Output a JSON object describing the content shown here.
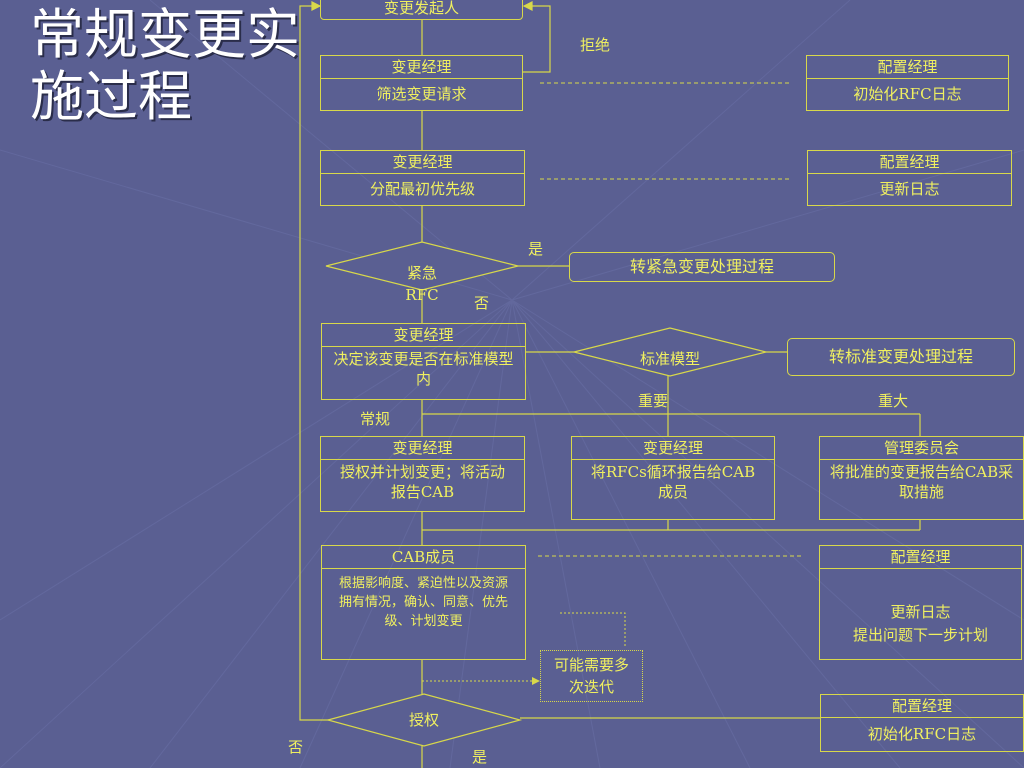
{
  "title": "常规变更实施过程",
  "nodes": {
    "initiator": "变更发起人",
    "screen": {
      "role": "变更经理",
      "task": "筛选变更请求"
    },
    "cfg_init": {
      "role": "配置经理",
      "task": "初始化RFC日志"
    },
    "priority": {
      "role": "变更经理",
      "task": "分配最初优先级"
    },
    "cfg_update": {
      "role": "配置经理",
      "task": "更新日志"
    },
    "urgent": "紧急RFC",
    "to_urgent": "转紧急变更处理过程",
    "std_check": {
      "role": "变更经理",
      "task": "决定该变更是否在标准模型内"
    },
    "std_model": "标准模型",
    "to_std": "转标准变更处理过程",
    "authorize_plan": {
      "role": "变更经理",
      "task": "授权并计划变更；将活动报告CAB"
    },
    "report_cab": {
      "role": "变更经理",
      "task": "将RFCs循环报告给CAB成员"
    },
    "board": {
      "role": "管理委员会",
      "task": "将批准的变更报告给CAB采取措施"
    },
    "cab": {
      "role": "CAB成员",
      "task": "根据影响度、紧迫性以及资源拥有情况，确认、同意、优先级、计划变更"
    },
    "cfg_plan": {
      "role": "配置经理",
      "task1": "更新日志",
      "task2": "提出问题下一步计划"
    },
    "iterate": "可能需要多次迭代",
    "authorize": "授权",
    "cfg_final": {
      "role": "配置经理",
      "task": "初始化RFC日志"
    }
  },
  "labels": {
    "reject": "拒绝",
    "yes1": "是",
    "no1": "否",
    "important": "重要",
    "major": "重大",
    "routine": "常规",
    "no2": "否",
    "yes2": "是"
  },
  "colors": {
    "background": "#5a5f92",
    "line": "#d8d84a",
    "text": "#f0f060",
    "title": "#ffffff"
  }
}
